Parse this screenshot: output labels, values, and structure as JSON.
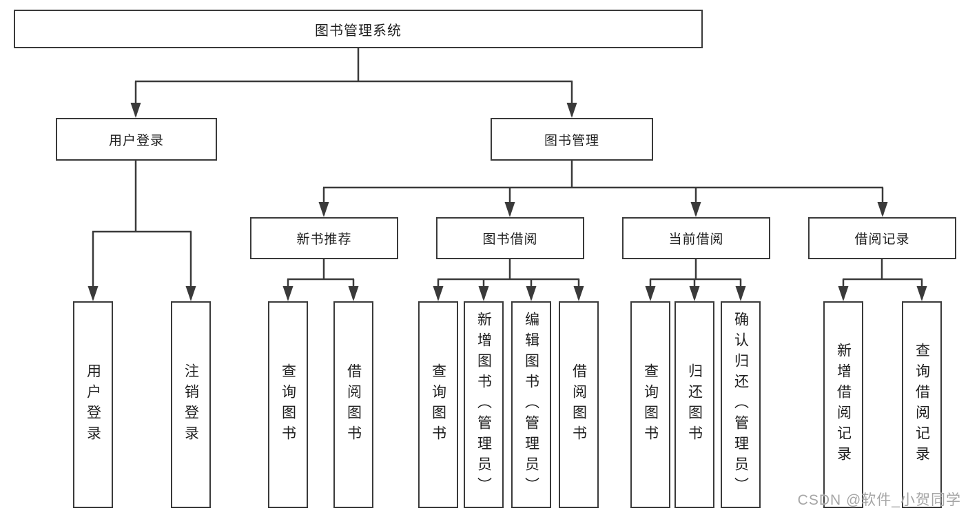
{
  "tree": {
    "root": {
      "label": "图书管理系统"
    },
    "children": [
      {
        "label": "用户登录",
        "children": [
          {
            "label": "用户登录"
          },
          {
            "label": "注销登录"
          }
        ]
      },
      {
        "label": "图书管理",
        "children": [
          {
            "label": "新书推荐",
            "children": [
              {
                "label": "查询图书"
              },
              {
                "label": "借阅图书"
              }
            ]
          },
          {
            "label": "图书借阅",
            "children": [
              {
                "label": "查询图书"
              },
              {
                "label": "新增图书（管理员）"
              },
              {
                "label": "编辑图书（管理员）"
              },
              {
                "label": "借阅图书"
              }
            ]
          },
          {
            "label": "当前借阅",
            "children": [
              {
                "label": "查询图书"
              },
              {
                "label": "归还图书"
              },
              {
                "label": "确认归还（管理员）"
              }
            ]
          },
          {
            "label": "借阅记录",
            "children": [
              {
                "label": "新增借阅记录"
              },
              {
                "label": "查询借阅记录"
              }
            ]
          }
        ]
      }
    ]
  },
  "watermark": {
    "text": "CSDN @软件_小贺同学"
  },
  "colors": {
    "line": "#3a3a3a",
    "border": "#3a3a3a",
    "text": "#1f1f1f",
    "watermark": "#a6a6a6",
    "background": "#ffffff"
  }
}
